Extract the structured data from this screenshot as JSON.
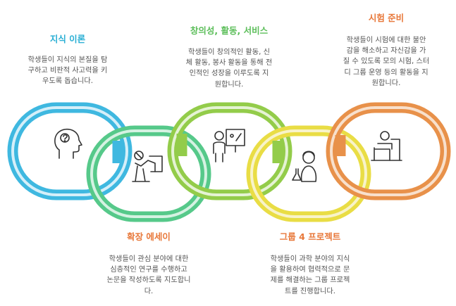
{
  "items": [
    {
      "title": "지식 이론",
      "color": "#2AAFD4",
      "desc_lines": [
        "학생들이 지식의 본질을 탐",
        "구하고 비판적 사고력을 키",
        "우도록 돕습니다."
      ],
      "icon": "question-head-icon"
    },
    {
      "title": "확장 에세이",
      "color": "#E8783A",
      "desc_lines": [
        "학생들이 관심 분야에 대한",
        "심층적인 연구를 수행하고",
        "논문을 작성하도록 지도합니",
        "다."
      ],
      "icon": "research-person-icon"
    },
    {
      "title": "창의성, 활동, 서비스",
      "color": "#5CBE5A",
      "desc_lines": [
        "학생들이 창의적인 활동, 신",
        "체 활동, 봉사 활동을 통해 전",
        "인적인 성장을 이루도록 지",
        "원합니다."
      ],
      "icon": "artist-easel-icon"
    },
    {
      "title": "그룹 4 프로젝트",
      "color": "#E8783A",
      "desc_lines": [
        "학생들이 과학 분야의 지식",
        "을 활용하여 협력적으로 문",
        "제를 해결하는 그룹 프로젝",
        "트를 진행합니다."
      ],
      "icon": "scientist-flask-icon"
    },
    {
      "title": "시험 준비",
      "color": "#E8783A",
      "desc_lines": [
        "학생들이 시험에 대한 불안",
        "감을 해소하고 자신감을 가",
        "질 수 있도록 모의 시험, 스터",
        "디 그룹 운영 등의 활동을 지",
        "원합니다."
      ],
      "icon": "exam-desk-icon"
    }
  ],
  "colors": {
    "link1": "#3FB8E0",
    "link2": "#56C98A",
    "link3": "#93CC4A",
    "link4": "#E9DD45",
    "link5": "#E8914A",
    "text": "#555555"
  }
}
